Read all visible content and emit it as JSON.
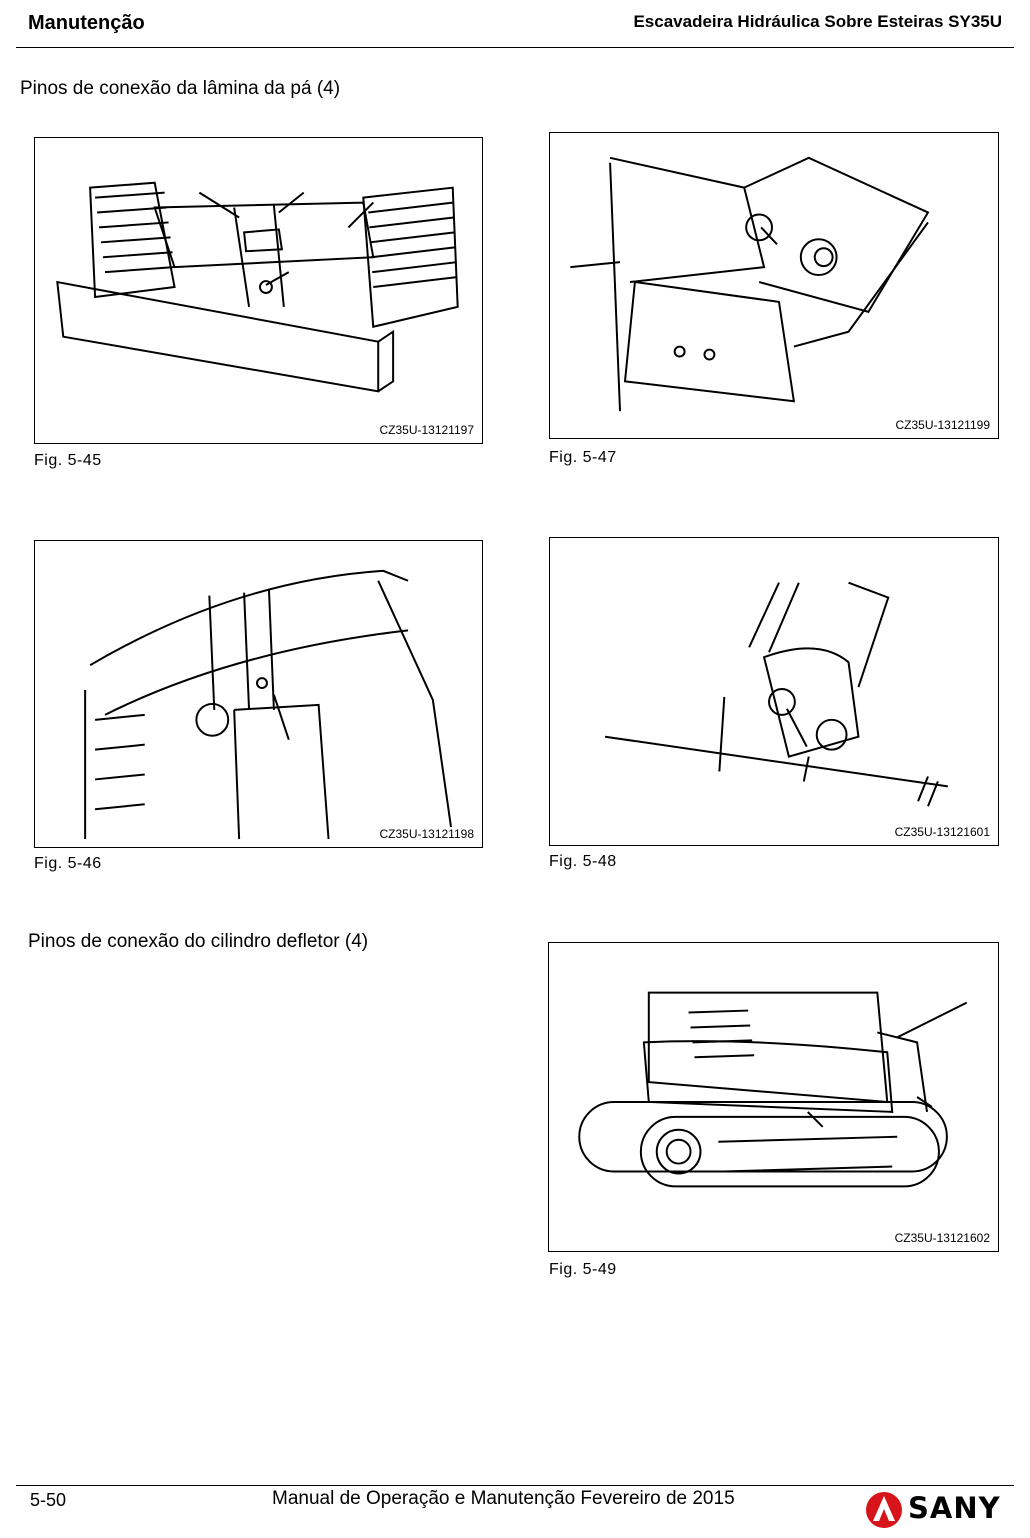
{
  "header": {
    "section": "Manutenção",
    "product": "Escavadeira Hidráulica Sobre Esteiras SY35U"
  },
  "sections": {
    "blade_pins": "Pinos de conexão da lâmina da pá (4)",
    "deflector_pins": "Pinos de conexão do cilindro defletor (4)"
  },
  "figures": [
    {
      "code": "CZ35U-13121197",
      "caption": "Fig.  5-45"
    },
    {
      "code": "CZ35U-13121199",
      "caption": "Fig.  5-47"
    },
    {
      "code": "CZ35U-13121198",
      "caption": "Fig.  5-46"
    },
    {
      "code": "CZ35U-13121601",
      "caption": "Fig.  5-48"
    },
    {
      "code": "CZ35U-13121602",
      "caption": "Fig.  5-49"
    }
  ],
  "footer": {
    "page": "5-50",
    "title": "Manual de Operação e Manutenção Fevereiro de 2015",
    "brand": "SANY",
    "brand_color": "#d7141a"
  }
}
